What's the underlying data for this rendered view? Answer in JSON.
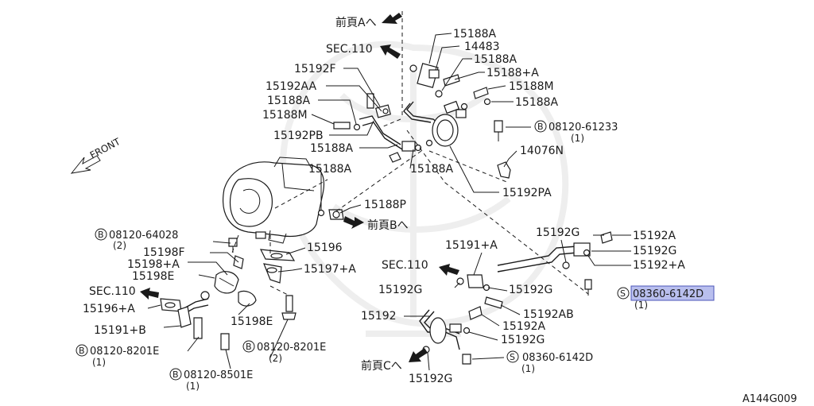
{
  "diagram": {
    "drawing_code": "A144G009",
    "front_label": "FRONT",
    "directions": {
      "prev_a": "前頁Aへ",
      "prev_b": "前頁Bへ",
      "prev_c": "前頁Cへ",
      "sec_top": "SEC.110",
      "sec_left": "SEC.110",
      "sec_mid": "SEC.110"
    },
    "callouts": [
      {
        "part": "15188A"
      },
      {
        "part": "14483"
      },
      {
        "part": "15188A"
      },
      {
        "part": "15188+A"
      },
      {
        "part": "15188M"
      },
      {
        "part": "15188A"
      },
      {
        "part": "15192F"
      },
      {
        "part": "15192AA"
      },
      {
        "part": "15188A"
      },
      {
        "part": "15188M"
      },
      {
        "part": "15192PB"
      },
      {
        "part": "15188A"
      },
      {
        "part": "15188A"
      },
      {
        "part": "15188A"
      },
      {
        "part": "14076N"
      },
      {
        "part": "15192PA"
      },
      {
        "part": "15188P"
      },
      {
        "part": "15196"
      },
      {
        "part": "15198F"
      },
      {
        "part": "15198+A"
      },
      {
        "part": "15197+A"
      },
      {
        "part": "15198E"
      },
      {
        "part": "15196+A"
      },
      {
        "part": "15198E"
      },
      {
        "part": "15191+B"
      },
      {
        "part": "15192G"
      },
      {
        "part": "15192A"
      },
      {
        "part": "15191+A"
      },
      {
        "part": "15192G"
      },
      {
        "part": "15192+A"
      },
      {
        "part": "15192G"
      },
      {
        "part": "15192G"
      },
      {
        "part": "15192"
      },
      {
        "part": "15192AB"
      },
      {
        "part": "15192A"
      },
      {
        "part": "15192G"
      },
      {
        "part": "15192G"
      }
    ],
    "bolt_refs": [
      {
        "code": "08120-61233",
        "qty": "(1)",
        "symbol": "B"
      },
      {
        "code": "08120-64028",
        "qty": "(2)",
        "symbol": "B"
      },
      {
        "code": "08120-8201E",
        "qty": "(1)",
        "symbol": "B"
      },
      {
        "code": "08120-8201E",
        "qty": "(2)",
        "symbol": "B"
      },
      {
        "code": "08120-8501E",
        "qty": "(1)",
        "symbol": "B"
      },
      {
        "code": "08360-6142D",
        "qty": "(1)",
        "symbol": "S",
        "highlighted": true
      },
      {
        "code": "08360-6142D",
        "qty": "(1)",
        "symbol": "S"
      }
    ],
    "colors": {
      "ink": "#1a1a1a",
      "highlight": "#b9bfee",
      "background": "#ffffff"
    }
  }
}
